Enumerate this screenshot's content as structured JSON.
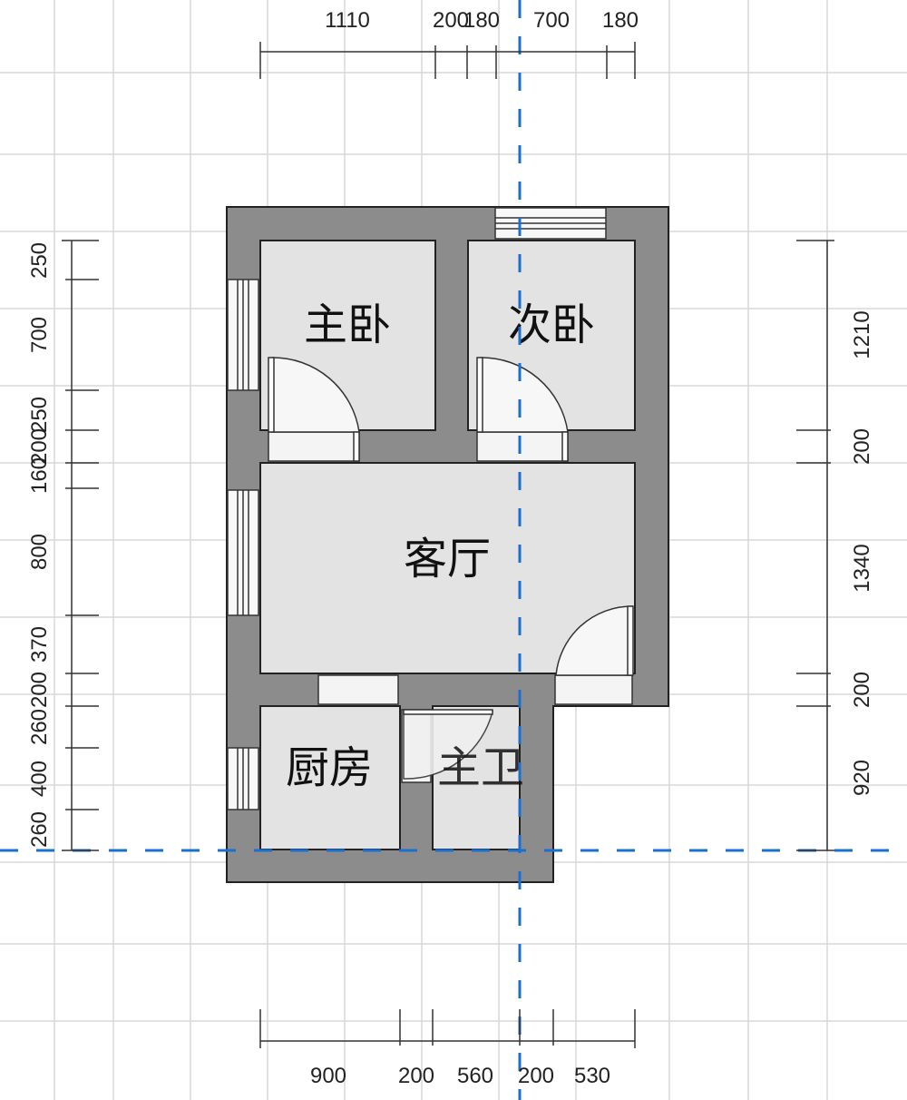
{
  "rooms": {
    "master_bedroom": "主卧",
    "second_bedroom": "次卧",
    "living_room": "客厅",
    "kitchen": "厨房",
    "master_bath": "主卫"
  },
  "dimensions": {
    "top": [
      "1110",
      "200",
      "180",
      "700",
      "180"
    ],
    "bottom": [
      "900",
      "200",
      "560",
      "200",
      "530"
    ],
    "left": [
      "250",
      "700",
      "250",
      "200",
      "160",
      "800",
      "370",
      "200",
      "260",
      "400",
      "260"
    ],
    "right": [
      "1210",
      "200",
      "1340",
      "200",
      "920"
    ]
  },
  "colors": {
    "wall": "#8c8c8c",
    "room_fill": "#e3e3e3",
    "grid": "#d8d8d8",
    "axis": "#1a6fd1",
    "dim_line": "#333333"
  }
}
